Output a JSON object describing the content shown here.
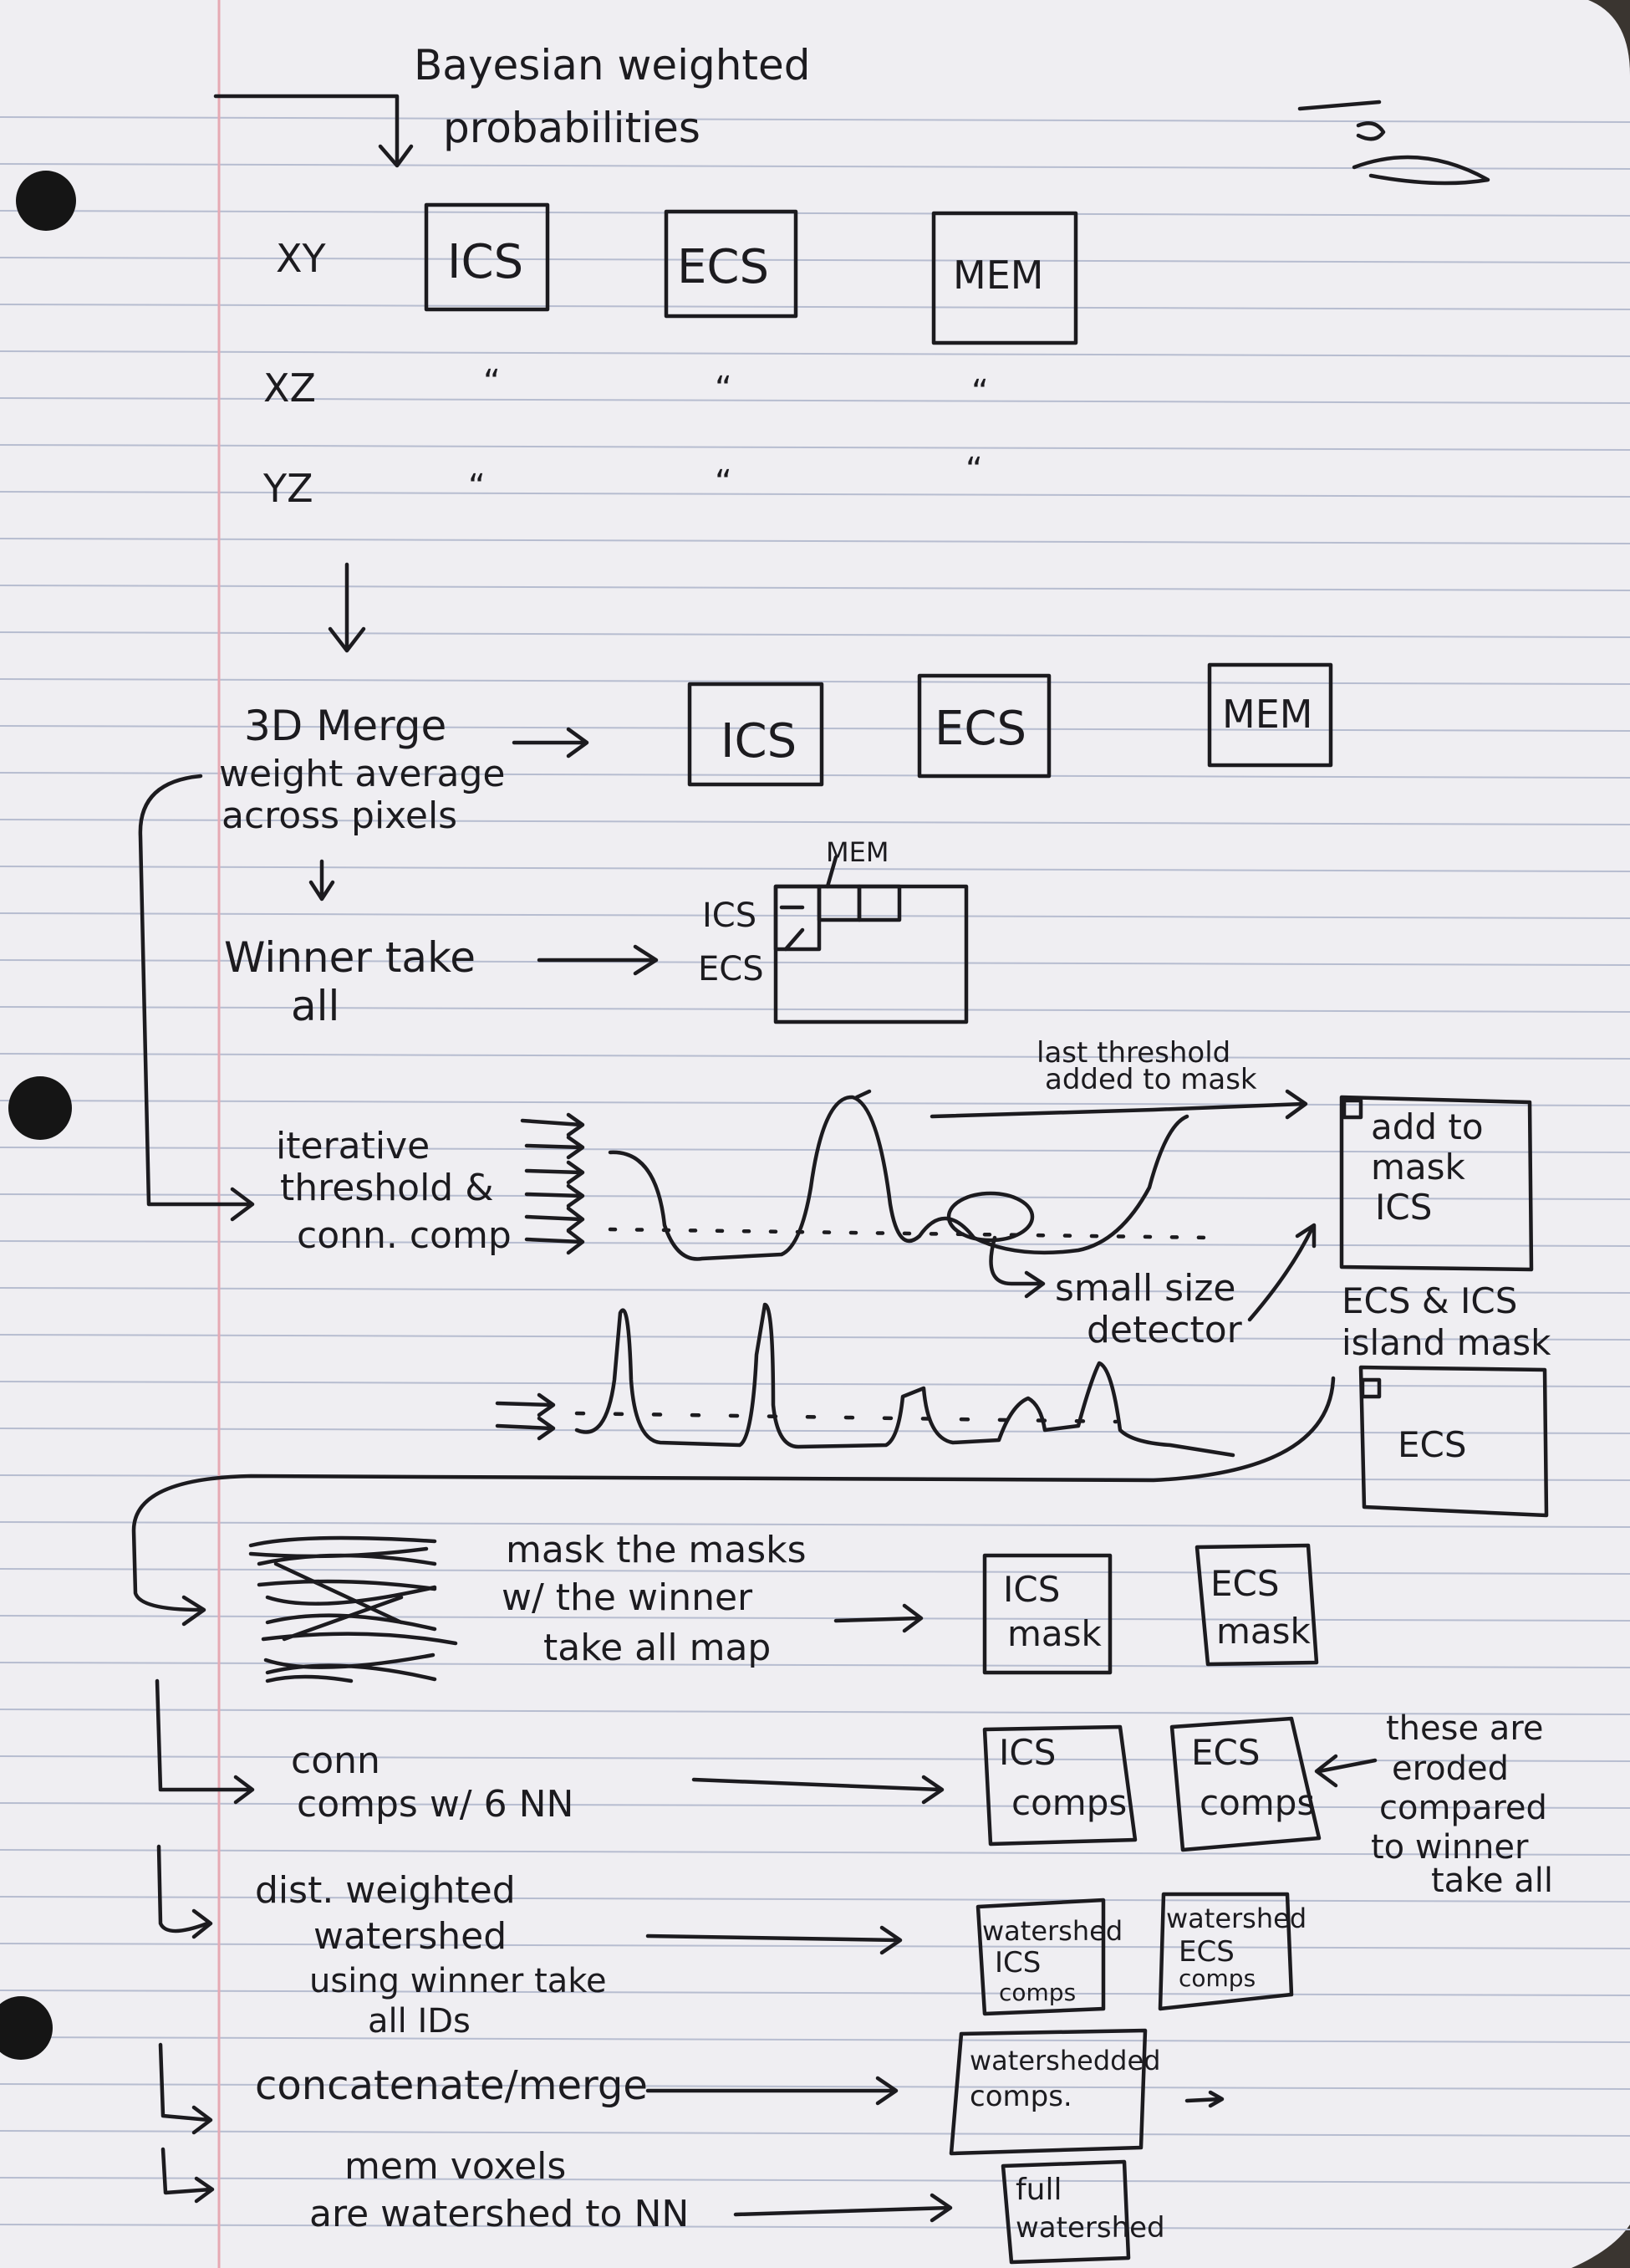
{
  "header": {
    "line1": "Bayesian weighted",
    "line2": "probabilities"
  },
  "planes": [
    {
      "label": "XY"
    },
    {
      "label": "XZ",
      "ditto": [
        "“",
        "“",
        "“"
      ]
    },
    {
      "label": "YZ",
      "ditto": [
        "“",
        "“",
        "“"
      ]
    }
  ],
  "top_boxes": [
    "ICS",
    "ECS",
    "MEM"
  ],
  "merge": {
    "line1": "3D Merge",
    "line2": "weight average",
    "line3": "across pixels",
    "boxes": [
      "ICS",
      "ECS",
      "MEM"
    ]
  },
  "wta": {
    "line1": "Winner take",
    "line2": "all",
    "labels": [
      "MEM",
      "ICS",
      "ECS"
    ]
  },
  "threshold": {
    "line1": "iterative",
    "line2": "threshold &",
    "line3": "conn. comp",
    "note_top1": "last threshold",
    "note_top2": "added to mask",
    "note_small1": "small size",
    "note_small2": "detector",
    "mask_box": [
      "add to",
      "mask",
      "ICS"
    ],
    "island1": "ECS & ICS",
    "island2": "island mask",
    "ecs_box": "ECS"
  },
  "steps": [
    {
      "text": [
        "mask the masks",
        "w/ the winner",
        "take all map"
      ],
      "boxes": [
        [
          "ICS",
          "mask"
        ],
        [
          "ECS",
          "mask"
        ]
      ]
    },
    {
      "text": [
        "conn",
        "comps w/ 6 NN"
      ],
      "boxes": [
        [
          "ICS",
          "comps"
        ],
        [
          "ECS",
          "comps"
        ]
      ],
      "note": [
        "these are",
        "eroded",
        "compared",
        "to winner",
        "take all"
      ]
    },
    {
      "text": [
        "dist. weighted",
        "watershed",
        "using winner take",
        "all IDs"
      ],
      "boxes": [
        [
          "watershed",
          "ICS",
          "comps"
        ],
        [
          "watershed",
          "ECS",
          "comps"
        ]
      ]
    },
    {
      "text": [
        "concatenate/merge"
      ],
      "boxes": [
        [
          "watershedded",
          "comps."
        ]
      ]
    },
    {
      "text": [
        "mem voxels",
        "are watershed to NN"
      ],
      "boxes": [
        [
          "full",
          "watershed"
        ]
      ]
    }
  ]
}
